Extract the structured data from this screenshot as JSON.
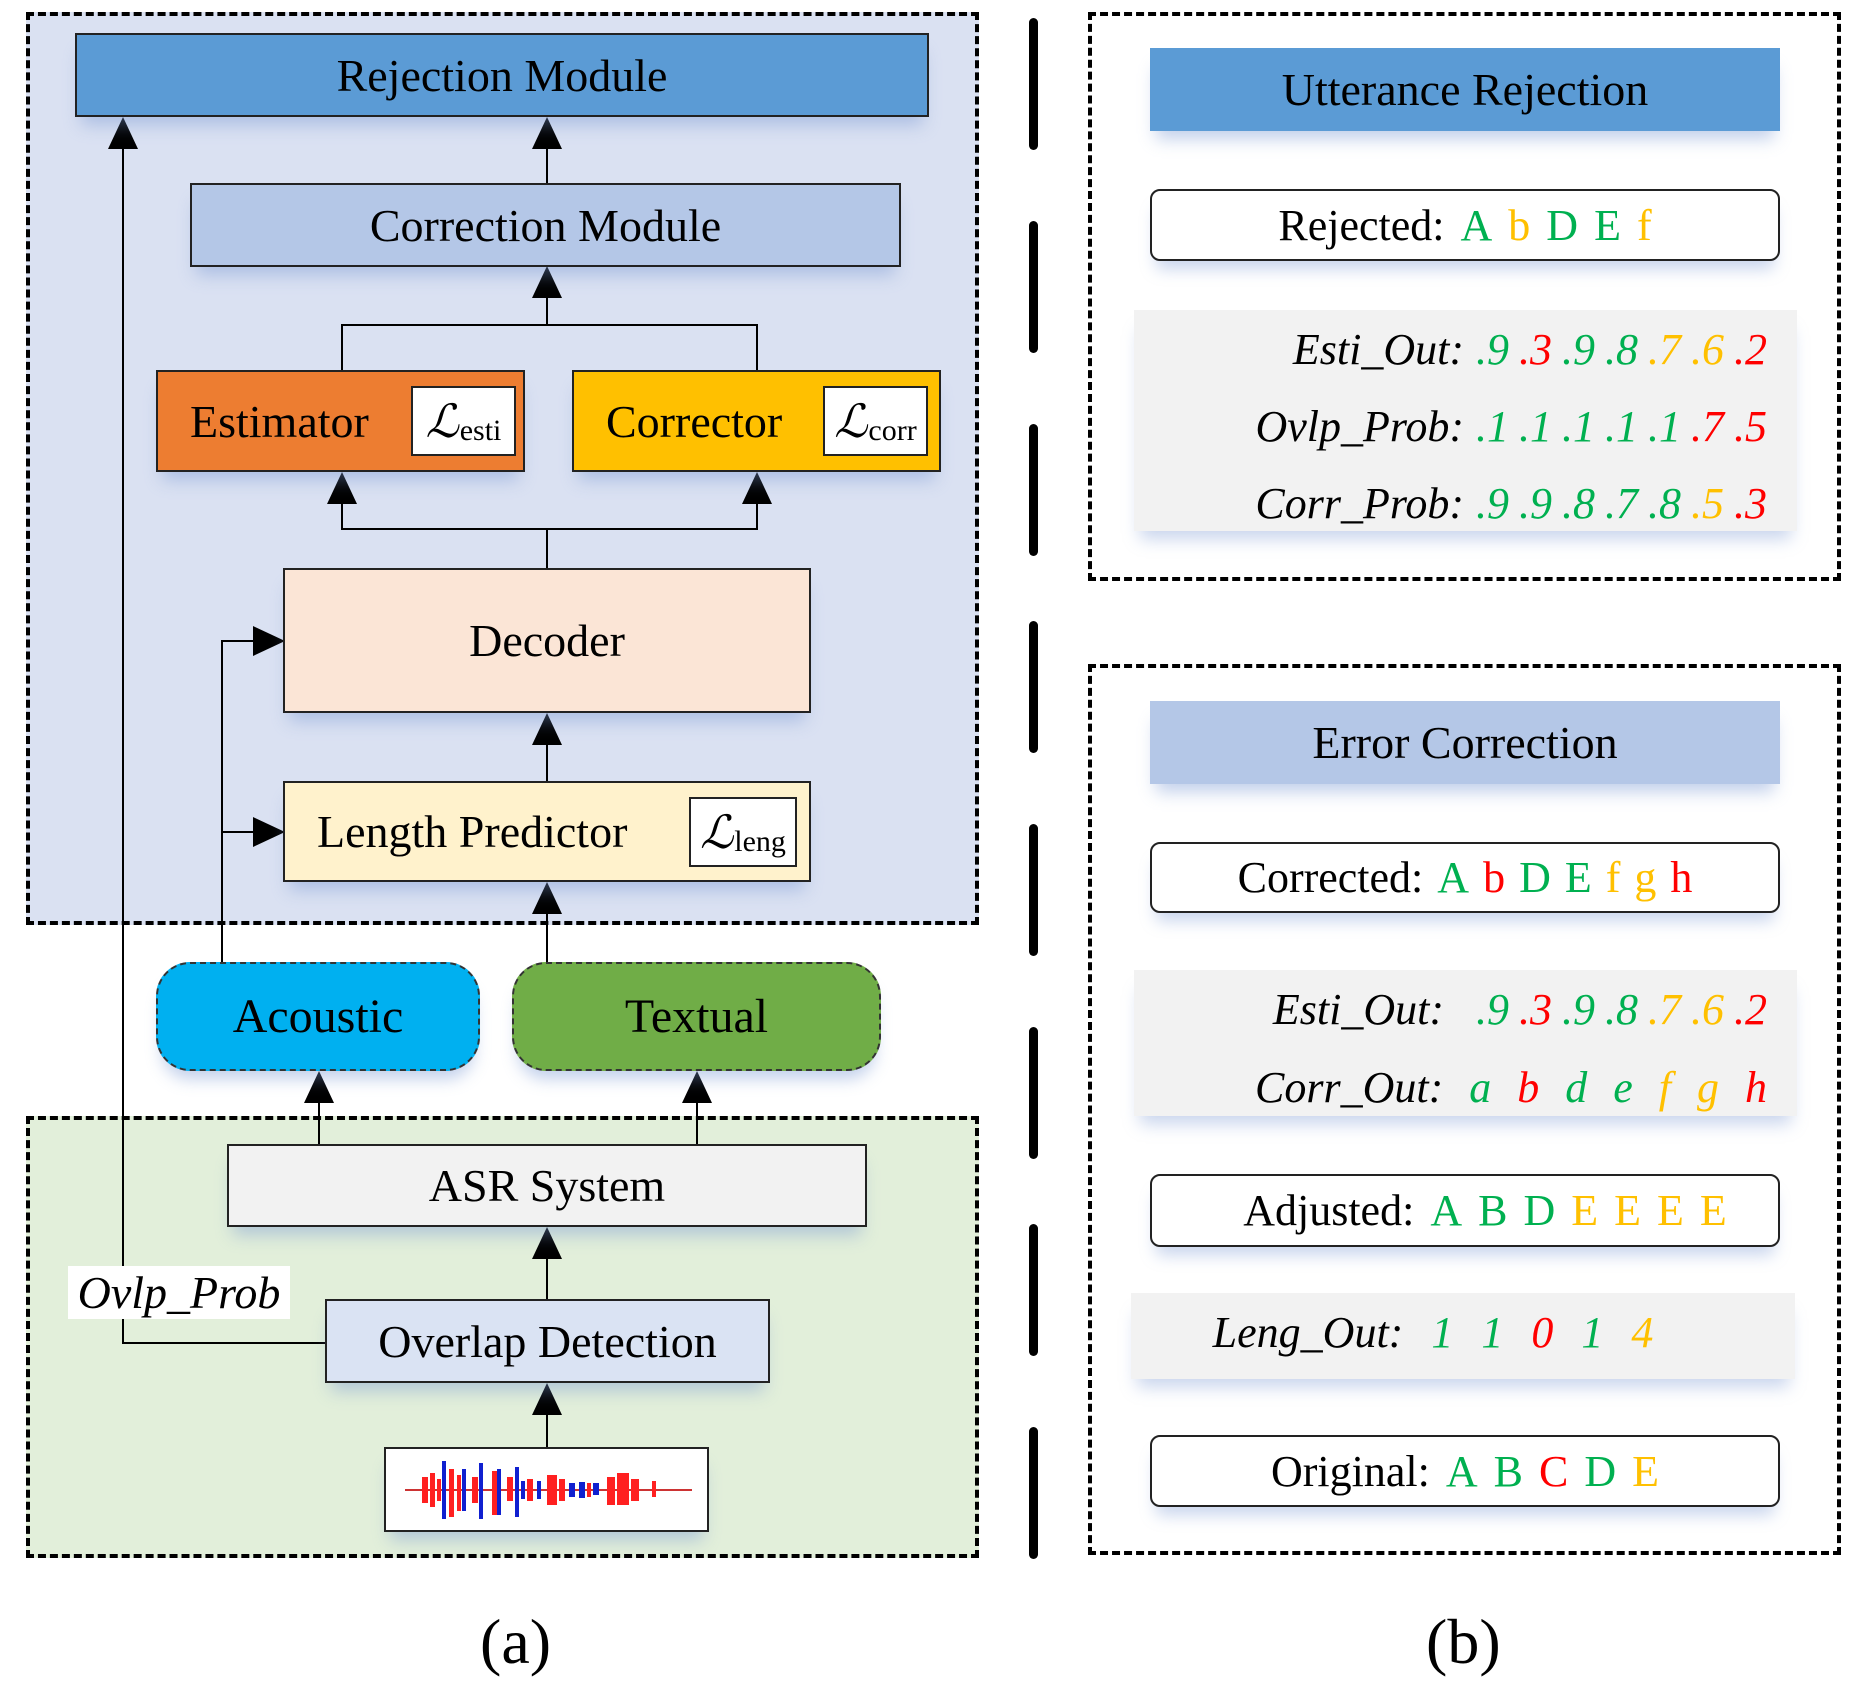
{
  "colors": {
    "green": "#00B050",
    "red": "#FF0000",
    "amber": "#FFC000",
    "rejection_blue": "#5B9BD5",
    "correction_blue": "#B4C7E7",
    "estimator_orange": "#ED7D31",
    "corrector_yellow": "#FFC000",
    "decoder_peach": "#FBE5D6",
    "length_cream": "#FFF2CC",
    "acoustic_cyan": "#00B0F0",
    "textual_green": "#70AD47",
    "asr_gray": "#F2F2F2",
    "overlap_lavender": "#DAE3F3",
    "upper_panel_bg": "#DAE1F2",
    "lower_panel_bg": "#E2EFDA"
  },
  "panel_a": {
    "caption": "(a)",
    "rejection_module": "Rejection Module",
    "correction_module": "Correction Module",
    "estimator": {
      "label": "Estimator",
      "loss_symbol": "ℒ",
      "loss_sub": "esti"
    },
    "corrector": {
      "label": "Corrector",
      "loss_symbol": "ℒ",
      "loss_sub": "corr"
    },
    "decoder": "Decoder",
    "length_predictor": {
      "label": "Length Predictor",
      "loss_symbol": "ℒ",
      "loss_sub": "leng"
    },
    "acoustic": "Acoustic",
    "textual": "Textual",
    "asr_system": "ASR System",
    "overlap_detection": "Overlap Detection",
    "ovlp_prob_label": "Ovlp_Prob",
    "waveform_icon": "audio-waveform"
  },
  "panel_b": {
    "caption": "(b)",
    "utterance_rejection": {
      "title": "Utterance Rejection",
      "rejected": {
        "label": "Rejected:",
        "tokens": [
          {
            "t": "A",
            "c": "green"
          },
          {
            "t": "b",
            "c": "amber"
          },
          {
            "t": "D",
            "c": "green"
          },
          {
            "t": "E",
            "c": "green"
          },
          {
            "t": "f",
            "c": "amber"
          }
        ]
      },
      "rows": [
        {
          "label": "Esti_Out:",
          "tokens": [
            {
              "t": ".9",
              "c": "green"
            },
            {
              "t": ".3",
              "c": "red"
            },
            {
              "t": ".9",
              "c": "green"
            },
            {
              "t": ".8",
              "c": "green"
            },
            {
              "t": ".7",
              "c": "amber"
            },
            {
              "t": ".6",
              "c": "amber"
            },
            {
              "t": ".2",
              "c": "red"
            }
          ]
        },
        {
          "label": "Ovlp_Prob:",
          "tokens": [
            {
              "t": ".1",
              "c": "green"
            },
            {
              "t": ".1",
              "c": "green"
            },
            {
              "t": ".1",
              "c": "green"
            },
            {
              "t": ".1",
              "c": "green"
            },
            {
              "t": ".1",
              "c": "green"
            },
            {
              "t": ".7",
              "c": "red"
            },
            {
              "t": ".5",
              "c": "red"
            }
          ]
        },
        {
          "label": "Corr_Prob:",
          "tokens": [
            {
              "t": ".9",
              "c": "green"
            },
            {
              "t": ".9",
              "c": "green"
            },
            {
              "t": ".8",
              "c": "green"
            },
            {
              "t": ".7",
              "c": "green"
            },
            {
              "t": ".8",
              "c": "green"
            },
            {
              "t": ".5",
              "c": "amber"
            },
            {
              "t": ".3",
              "c": "red"
            }
          ]
        }
      ]
    },
    "error_correction": {
      "title": "Error Correction",
      "corrected": {
        "label": "Corrected:",
        "tokens": [
          {
            "t": "A",
            "c": "green"
          },
          {
            "t": "b",
            "c": "red"
          },
          {
            "t": "D",
            "c": "green"
          },
          {
            "t": "E",
            "c": "green"
          },
          {
            "t": "f",
            "c": "amber"
          },
          {
            "t": "g",
            "c": "amber"
          },
          {
            "t": "h",
            "c": "red"
          }
        ]
      },
      "rows": [
        {
          "label": "Esti_Out:",
          "tokens": [
            {
              "t": ".9",
              "c": "green"
            },
            {
              "t": ".3",
              "c": "red"
            },
            {
              "t": ".9",
              "c": "green"
            },
            {
              "t": ".8",
              "c": "green"
            },
            {
              "t": ".7",
              "c": "amber"
            },
            {
              "t": ".6",
              "c": "amber"
            },
            {
              "t": ".2",
              "c": "red"
            }
          ]
        },
        {
          "label": "Corr_Out:",
          "tokens": [
            {
              "t": "a",
              "c": "green"
            },
            {
              "t": "b",
              "c": "red"
            },
            {
              "t": "d",
              "c": "green"
            },
            {
              "t": "e",
              "c": "green"
            },
            {
              "t": "f",
              "c": "amber"
            },
            {
              "t": "g",
              "c": "amber"
            },
            {
              "t": "h",
              "c": "red"
            }
          ]
        }
      ],
      "adjusted": {
        "label": "Adjusted:",
        "tokens": [
          {
            "t": "A",
            "c": "green"
          },
          {
            "t": "B",
            "c": "green"
          },
          {
            "t": "D",
            "c": "green"
          },
          {
            "t": "E",
            "c": "amber"
          },
          {
            "t": "E",
            "c": "amber"
          },
          {
            "t": "E",
            "c": "amber"
          },
          {
            "t": "E",
            "c": "amber"
          }
        ]
      },
      "leng_out": {
        "label": "Leng_Out:",
        "tokens": [
          {
            "t": "1",
            "c": "green"
          },
          {
            "t": "1",
            "c": "green"
          },
          {
            "t": "0",
            "c": "red"
          },
          {
            "t": "1",
            "c": "green"
          },
          {
            "t": "4",
            "c": "amber"
          }
        ]
      },
      "original": {
        "label": "Original:",
        "tokens": [
          {
            "t": "A",
            "c": "green"
          },
          {
            "t": "B",
            "c": "green"
          },
          {
            "t": "C",
            "c": "red"
          },
          {
            "t": "D",
            "c": "green"
          },
          {
            "t": "E",
            "c": "amber"
          }
        ]
      }
    }
  }
}
